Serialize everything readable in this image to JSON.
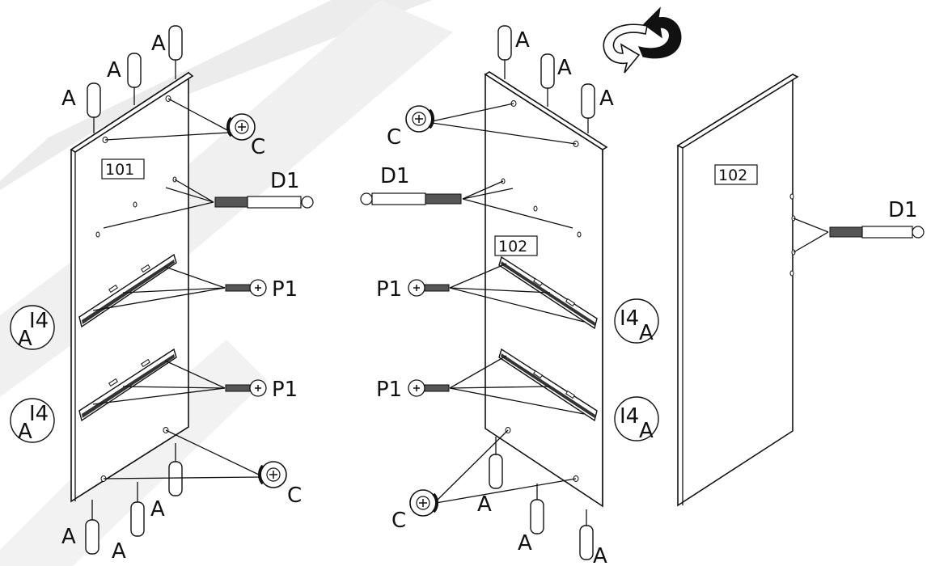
{
  "labels": {
    "dowel": "A",
    "cam_lock": "C",
    "cam_bolt": "D1",
    "screw": "P1",
    "slide_ref_main": "I4",
    "slide_ref_sub": "A"
  },
  "panels": {
    "left_panel": "101",
    "middle_panel": "102",
    "right_panel": "102"
  },
  "icons": {
    "rotate": "rotate-arrows-icon"
  },
  "colors": {
    "line": "#111111",
    "watermark": "#e6e6e6",
    "background": "#ffffff"
  }
}
